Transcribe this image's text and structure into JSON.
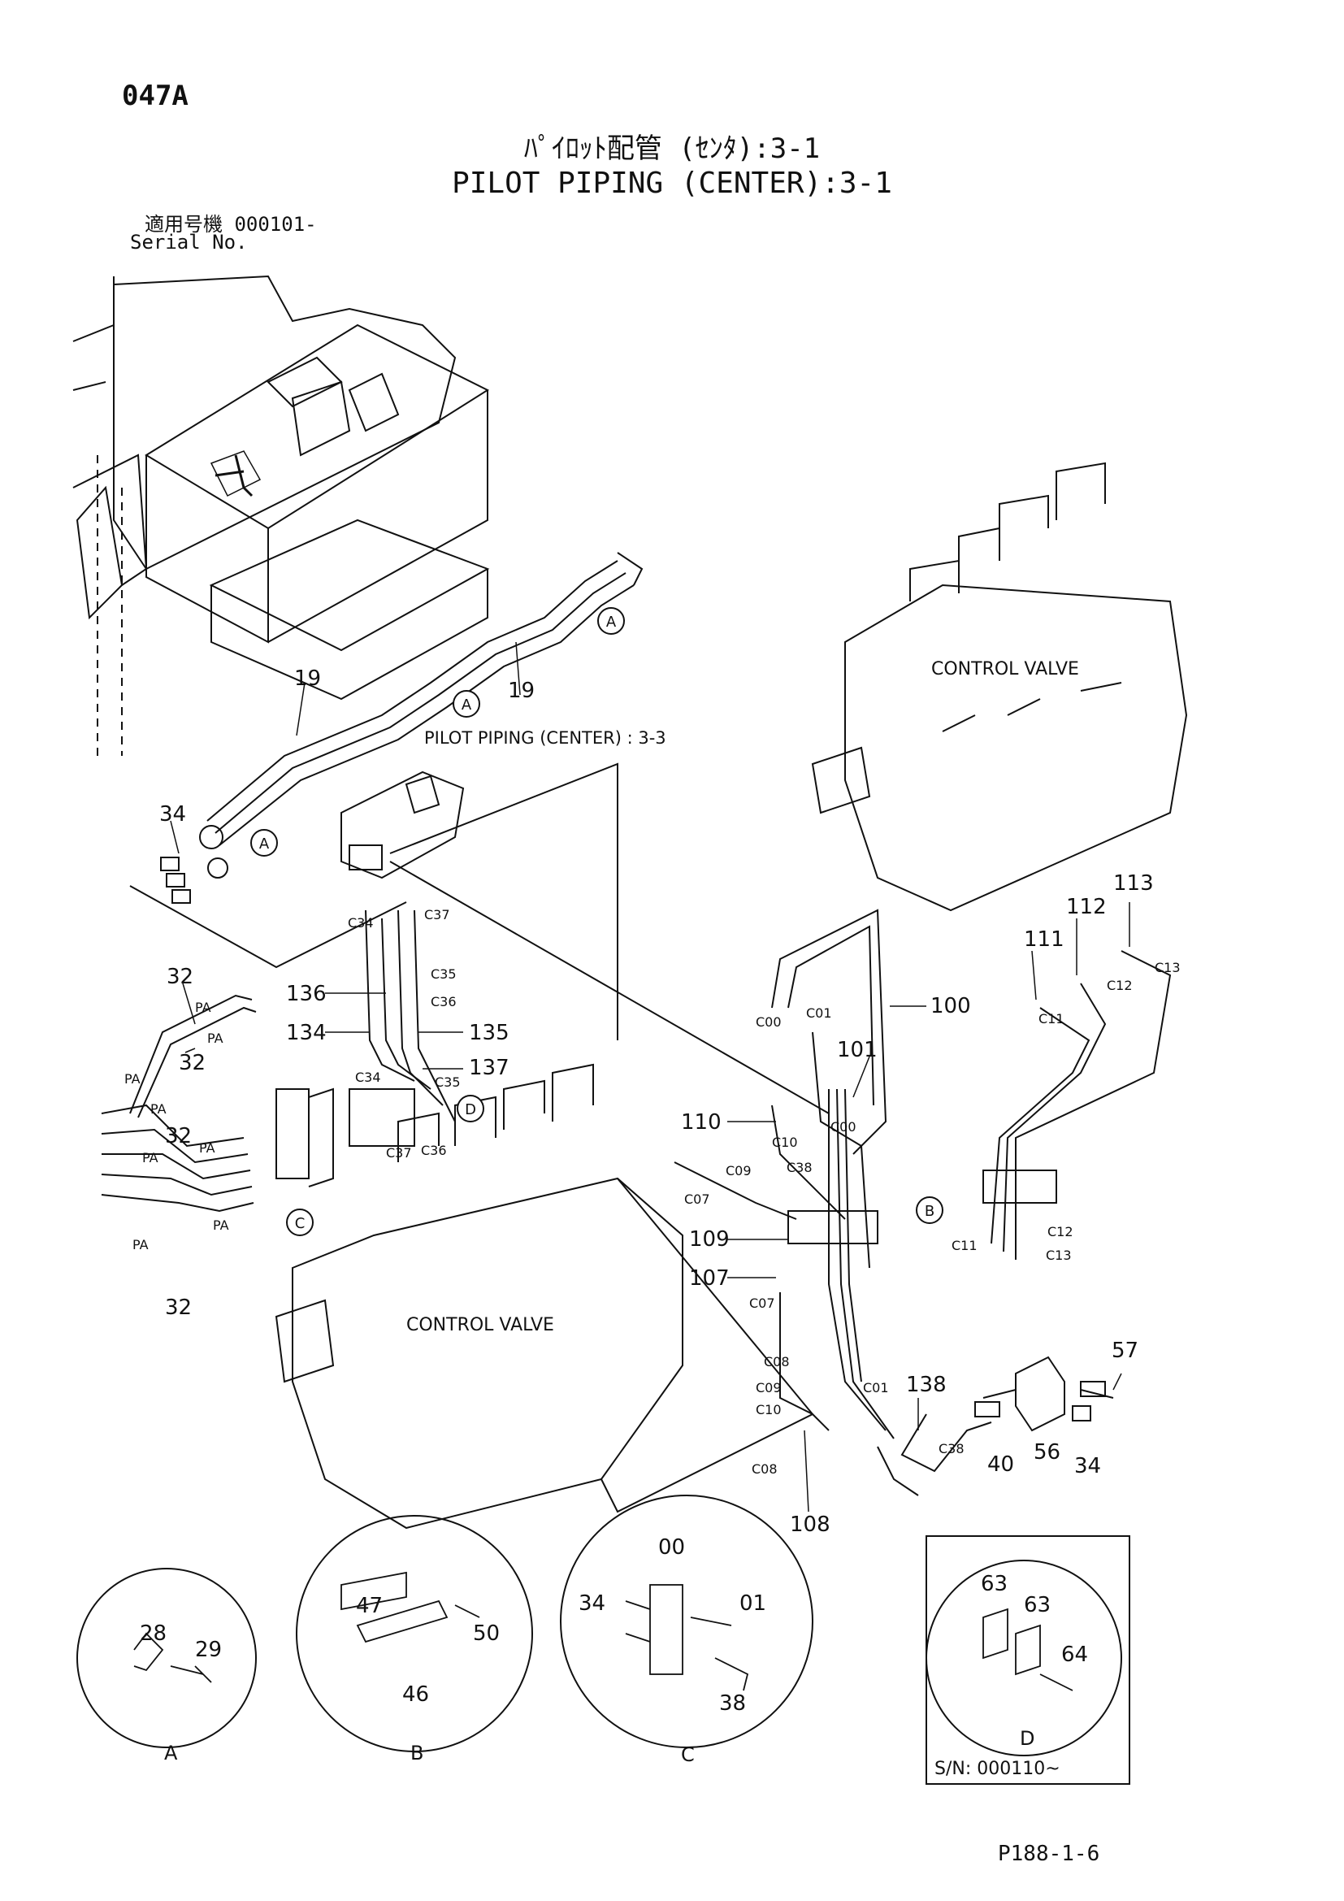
{
  "header": {
    "page_id": "047A",
    "title_jp": "ﾊﾟｲﾛｯﾄ配管 (ｾﾝﾀ):3-1",
    "title_en": "PILOT PIPING (CENTER):3-1",
    "serial_label_jp": "適用号機 000101-",
    "serial_label_en": "Serial No."
  },
  "diagram": {
    "control_valve_upper": "CONTROL VALVE",
    "control_valve_lower": "CONTROL VALVE",
    "ref_note": "PILOT PIPING (CENTER) : 3-3",
    "callouts": {
      "A": "A",
      "B": "B",
      "C": "C",
      "D": "D"
    },
    "part_numbers": {
      "p19a": "19",
      "p19b": "19",
      "p34a": "34",
      "p32a": "32",
      "p32b": "32",
      "p32c": "32",
      "p32d": "32",
      "p136": "136",
      "p134": "134",
      "p135": "135",
      "p137": "137",
      "p100": "100",
      "p101": "101",
      "p110": "110",
      "p109": "109",
      "p107": "107",
      "p108": "108",
      "p111": "111",
      "p112": "112",
      "p113": "113",
      "p138": "138",
      "p40": "40",
      "p56": "56",
      "p34b": "34",
      "p57": "57"
    },
    "port_labels": {
      "pa": "PA",
      "c00": "C00",
      "c01": "C01",
      "c07": "C07",
      "c08": "C08",
      "c09": "C09",
      "c10": "C10",
      "c11": "C11",
      "c12": "C12",
      "c13": "C13",
      "c34": "C34",
      "c35": "C35",
      "c36": "C36",
      "c37": "C37",
      "c38": "C38"
    }
  },
  "details": {
    "A": {
      "label": "A",
      "parts": [
        "28",
        "29"
      ]
    },
    "B": {
      "label": "B",
      "parts": [
        "47",
        "50",
        "46"
      ]
    },
    "C": {
      "label": "C",
      "parts": [
        "00",
        "34",
        "01",
        "38"
      ]
    },
    "D": {
      "label": "D",
      "parts": [
        "63",
        "63",
        "64"
      ],
      "serial_note": "S/N: 000110~"
    }
  },
  "footer": {
    "page_ref": "P188-1-6"
  }
}
